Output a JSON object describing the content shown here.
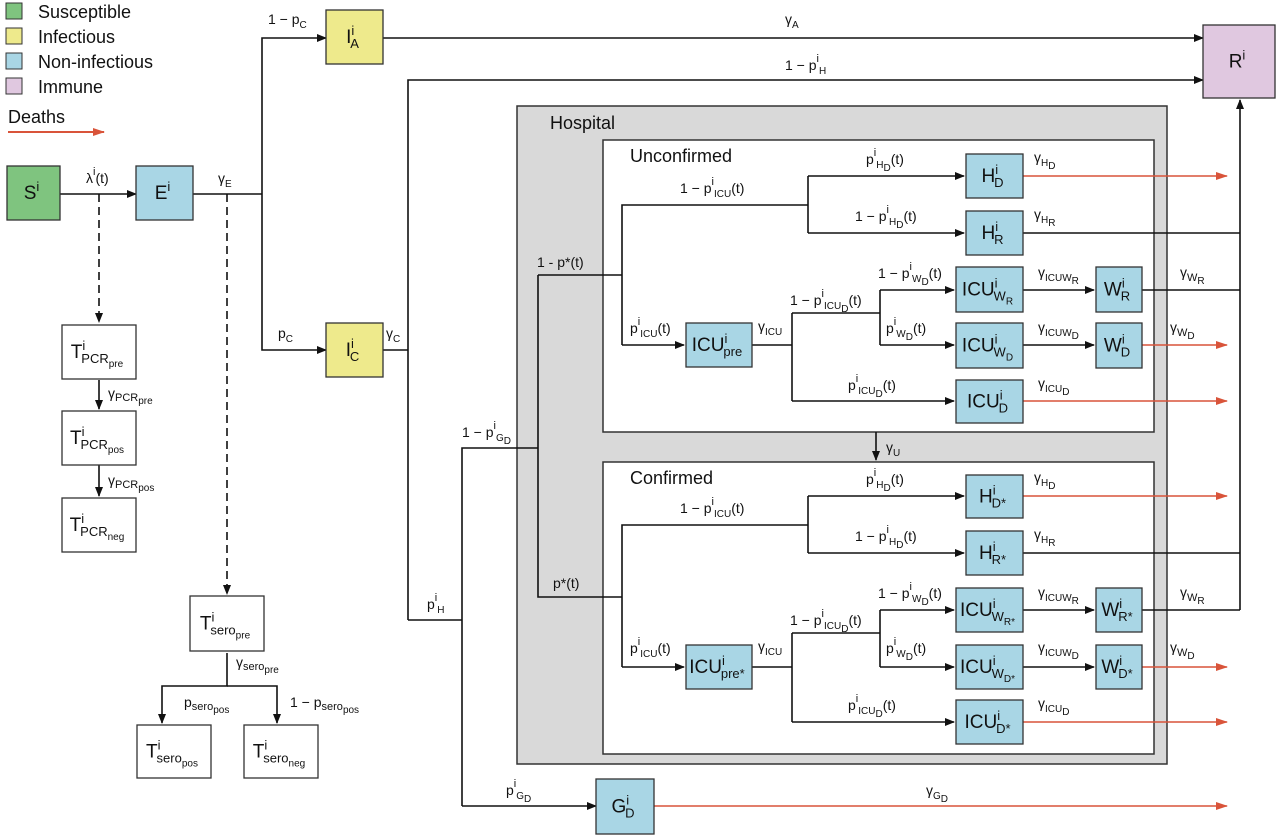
{
  "legend": [
    {
      "label": "Susceptible",
      "color": "#7fc47f"
    },
    {
      "label": "Infectious",
      "color": "#eeea8c"
    },
    {
      "label": "Non-infectious",
      "color": "#a9d6e5"
    },
    {
      "label": "Immune",
      "color": "#e0c8e0"
    }
  ],
  "deaths_label": "Deaths",
  "death_color": "#d9543a",
  "hospital_label": "Hospital",
  "unconfirmed_label": "Unconfirmed",
  "confirmed_label": "Confirmed",
  "nodes": {
    "S": {
      "main": "S",
      "sup": "i",
      "sub": ""
    },
    "E": {
      "main": "E",
      "sup": "i",
      "sub": ""
    },
    "IA": {
      "main": "I",
      "sup": "i",
      "sub": "A"
    },
    "IC": {
      "main": "I",
      "sup": "i",
      "sub": "C"
    },
    "R": {
      "main": "R",
      "sup": "i",
      "sub": ""
    },
    "G": {
      "main": "G",
      "sup": "i",
      "sub": "D"
    },
    "TPCRpre": {
      "main": "T",
      "sup": "i",
      "sub": "PCR",
      "subsub": "pre"
    },
    "TPCRpos": {
      "main": "T",
      "sup": "i",
      "sub": "PCR",
      "subsub": "pos"
    },
    "TPCRneg": {
      "main": "T",
      "sup": "i",
      "sub": "PCR",
      "subsub": "neg"
    },
    "Tseropre": {
      "main": "T",
      "sup": "i",
      "sub": "sero",
      "subsub": "pre"
    },
    "Tseropos": {
      "main": "T",
      "sup": "i",
      "sub": "sero",
      "subsub": "pos"
    },
    "Tseroneg": {
      "main": "T",
      "sup": "i",
      "sub": "sero",
      "subsub": "neg"
    },
    "HD_u": {
      "main": "H",
      "sup": "i",
      "sub": "D"
    },
    "HR_u": {
      "main": "H",
      "sup": "i",
      "sub": "R"
    },
    "ICUpre_u": {
      "main": "ICU",
      "sup": "i",
      "sub": "pre"
    },
    "ICUWR_u": {
      "main": "ICU",
      "sup": "i",
      "sub": "W",
      "subsub": "R"
    },
    "ICUWD_u": {
      "main": "ICU",
      "sup": "i",
      "sub": "W",
      "subsub": "D"
    },
    "ICUD_u": {
      "main": "ICU",
      "sup": "i",
      "sub": "D"
    },
    "WR_u": {
      "main": "W",
      "sup": "i",
      "sub": "R"
    },
    "WD_u": {
      "main": "W",
      "sup": "i",
      "sub": "D"
    },
    "HD_c": {
      "main": "H",
      "sup": "i",
      "sub": "D*"
    },
    "HR_c": {
      "main": "H",
      "sup": "i",
      "sub": "R*"
    },
    "ICUpre_c": {
      "main": "ICU",
      "sup": "i",
      "sub": "pre*"
    },
    "ICUWR_c": {
      "main": "ICU",
      "sup": "i",
      "sub": "W",
      "subsub": "R*"
    },
    "ICUWD_c": {
      "main": "ICU",
      "sup": "i",
      "sub": "W",
      "subsub": "D*"
    },
    "ICUD_c": {
      "main": "ICU",
      "sup": "i",
      "sub": "D*"
    },
    "WR_c": {
      "main": "W",
      "sup": "i",
      "sub": "R*"
    },
    "WD_c": {
      "main": "W",
      "sup": "i",
      "sub": "D*"
    }
  },
  "labels": {
    "one_minus_pC": "1 − p",
    "pC_sub": "C",
    "gammaA": "γ",
    "gammaA_sub": "A",
    "one_minus_pH": "1 − p",
    "pH_sup": "i",
    "pH_sub": "H",
    "lambda": "λ",
    "lambda_sup": "i",
    "lambda_t": "(t)",
    "gammaE": "γ",
    "gammaE_sub": "E",
    "pC": "p",
    "gammaC": "γ",
    "gammaC_sub": "C",
    "gammaPCRpre": "γ",
    "gammaPCRpre_sub": "PCR",
    "gammaPCRpre_subsub": "pre",
    "gammaPCRpos": "γ",
    "gammaPCRpos_sub": "PCR",
    "gammaPCRpos_subsub": "pos",
    "gammaseropre": "γ",
    "gammaseropre_sub": "sero",
    "gammaseropre_subsub": "pre",
    "pseropos": "p",
    "pseropos_sub": "sero",
    "pseropos_subsub": "pos",
    "one_minus_pseropos": "1 − p",
    "one_minus_pGD": "1 − p",
    "pGD": "p",
    "gammaGD": "γ",
    "pH": "p",
    "one_minus_pstar": "1 - p*(t)",
    "pstar": "p*(t)",
    "pHD": "p",
    "one_minus_pICU": "1 − p",
    "one_minus_pHD": "1 − p",
    "pICU": "p",
    "gammaICU": "γ",
    "gammaICU_sub": "ICU",
    "one_minus_pWD": "1 − p",
    "one_minus_pICUD": "1 − p",
    "pWD": "p",
    "pICUD": "p",
    "gammaHD": "γ",
    "gammaHR": "γ",
    "gammaICUWR": "γ",
    "gammaICUWD": "γ",
    "gammaICUD": "γ",
    "gammaWR": "γ",
    "gammaWD": "γ",
    "gammaU": "γ",
    "gammaU_sub": "U",
    "t": "(t)",
    "i": "i",
    "D": "D",
    "H": "H",
    "G": "G",
    "R": "R",
    "W": "W",
    "ICU": "ICU"
  }
}
